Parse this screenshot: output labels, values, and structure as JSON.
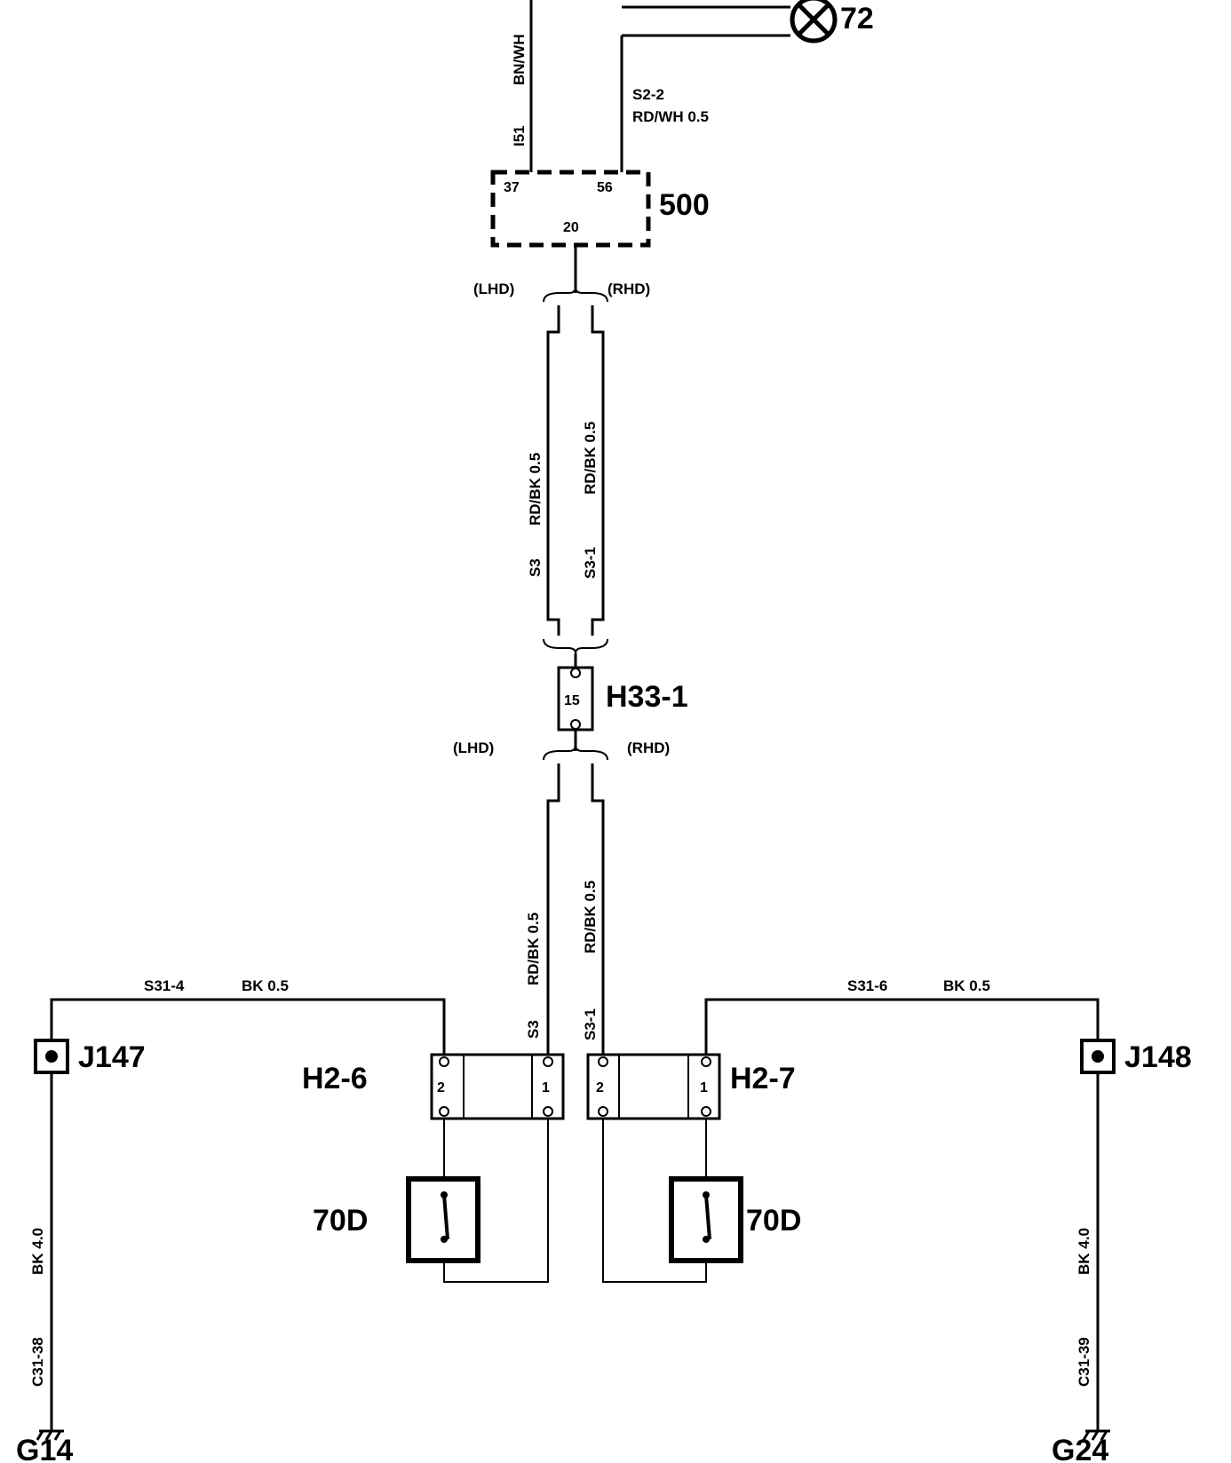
{
  "components": {
    "lamp": {
      "label": "72"
    },
    "module": {
      "label": "500",
      "pin_37": "37",
      "pin_56": "56",
      "pin_20": "20"
    },
    "connector_h33": {
      "label": "H33-1",
      "pin": "15"
    },
    "connector_h26": {
      "label": "H2-6",
      "pin_2": "2",
      "pin_1": "1"
    },
    "connector_h27": {
      "label": "H2-7",
      "pin_2": "2",
      "pin_1": "1"
    },
    "switch_left": {
      "label": "70D"
    },
    "switch_right": {
      "label": "70D"
    },
    "junction_left": {
      "label": "J147"
    },
    "junction_right": {
      "label": "J148"
    },
    "ground_left": {
      "label": "G14"
    },
    "ground_right": {
      "label": "G24"
    }
  },
  "wires": {
    "bn_wh": "BN/WH",
    "i51": "I51",
    "s2_2": "S2-2",
    "rd_wh": "RD/WH 0.5",
    "lhd_top": "(LHD)",
    "rhd_top": "(RHD)",
    "lhd_bottom": "(LHD)",
    "rhd_bottom": "(RHD)",
    "s3_upper_code": "S3",
    "s3_upper_color": "RD/BK 0.5",
    "s31_upper_code": "S3-1",
    "s31_upper_color": "RD/BK 0.5",
    "s3_lower_code": "S3",
    "s3_lower_color": "RD/BK 0.5",
    "s31_lower_code": "S3-1",
    "s31_lower_color": "RD/BK 0.5",
    "s31_4": "S31-4",
    "s31_4_color": "BK 0.5",
    "s31_6": "S31-6",
    "s31_6_color": "BK 0.5",
    "left_ground_color": "BK 4.0",
    "left_ground_code": "C31-38",
    "right_ground_color": "BK 4.0",
    "right_ground_code": "C31-39"
  }
}
